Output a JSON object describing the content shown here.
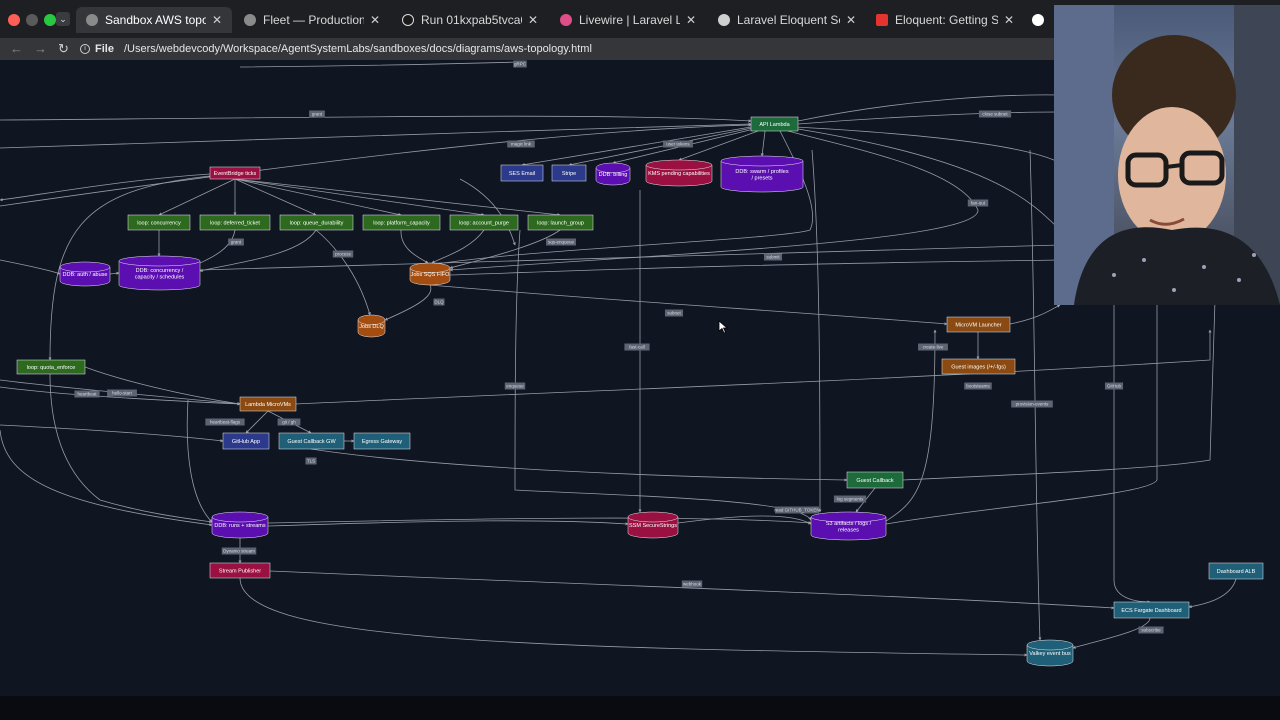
{
  "tabs": [
    {
      "title": "Sandbox AWS topology (sbx)",
      "icon": "globe-icon",
      "active": true
    },
    {
      "title": "Fleet — Production Runtime",
      "icon": "globe-icon",
      "active": false
    },
    {
      "title": "Run 01kxpab5tvca6588e6rp",
      "icon": "triangle-icon",
      "active": false
    },
    {
      "title": "Livewire | Laravel Livewire",
      "icon": "livewire-icon",
      "active": false
    },
    {
      "title": "Laravel Eloquent Secrets Stor",
      "icon": "openai-icon",
      "active": false
    },
    {
      "title": "Eloquent: Getting Started | La",
      "icon": "laravel-icon",
      "active": false
    },
    {
      "title": "U",
      "icon": "circle-icon",
      "active": false
    }
  ],
  "address": {
    "scheme": "File",
    "url": "/Users/webdevcody/Workspace/AgentSystemLabs/sandboxes/docs/diagrams/aws-topology.html"
  },
  "colors": {
    "green": "#2d6a1f",
    "pink": "#a3154a",
    "purple": "#5b0fb0",
    "orange": "#a34d10",
    "navy": "#2c3a8c",
    "teal": "#1f5f78",
    "darkgreen": "#1d6b3a",
    "brown": "#8a4a12",
    "crimson": "#9a1040"
  },
  "nodes": [
    {
      "id": "api_lambda",
      "label": "API Lambda"
    },
    {
      "id": "eventbridge",
      "label": "EventBridge ticks"
    },
    {
      "id": "ses",
      "label": "SES Email"
    },
    {
      "id": "stripe",
      "label": "Stripe"
    },
    {
      "id": "ddb_billing",
      "label": "DDB: billing"
    },
    {
      "id": "kms",
      "label": "KMS pending capabilities"
    },
    {
      "id": "ddb_swarm",
      "label": "DDB: swarm / profiles / presets"
    },
    {
      "id": "loop_concurrency",
      "label": "loop: concurrency"
    },
    {
      "id": "loop_deferred",
      "label": "loop: deferred_ticket"
    },
    {
      "id": "loop_queue",
      "label": "loop: queue_durability"
    },
    {
      "id": "loop_platform",
      "label": "loop: platform_capacity"
    },
    {
      "id": "loop_account",
      "label": "loop: account_purge"
    },
    {
      "id": "loop_launch",
      "label": "loop: launch_group"
    },
    {
      "id": "ddb_auth",
      "label": "DDB: auth / abuse"
    },
    {
      "id": "ddb_conc",
      "label": "DDB: concurrency / capacity / schedules"
    },
    {
      "id": "jobs_sqs",
      "label": "Jobs SQS FIFO"
    },
    {
      "id": "jobs_dlq",
      "label": "Jobs DLQ"
    },
    {
      "id": "microvm_launcher",
      "label": "MicroVM Launcher"
    },
    {
      "id": "guest_images",
      "label": "Guest images (/+/-fgs)"
    },
    {
      "id": "loop_quota",
      "label": "loop: quota_enforce"
    },
    {
      "id": "lambda_microvm",
      "label": "Lambda MicroVMs"
    },
    {
      "id": "github_app",
      "label": "GitHub App"
    },
    {
      "id": "guest_callback_gw",
      "label": "Guest Callback GW"
    },
    {
      "id": "egress_gateway",
      "label": "Egress Gateway"
    },
    {
      "id": "guest_callback",
      "label": "Guest Callback"
    },
    {
      "id": "ddb_runs",
      "label": "DDB: runs + streams"
    },
    {
      "id": "ssm",
      "label": "SSM SecureStrings"
    },
    {
      "id": "s3",
      "label": "S3 artifacts / logs / releases"
    },
    {
      "id": "stream_publisher",
      "label": "Stream Publisher"
    },
    {
      "id": "dashboard_alb",
      "label": "Dashboard ALB"
    },
    {
      "id": "ecs_fargate",
      "label": "ECS Fargate Dashboard"
    },
    {
      "id": "valkey",
      "label": "Valkey event bus"
    }
  ],
  "edge_labels": [
    "grant",
    "close subnet",
    "magic link",
    "user tokens",
    "grant",
    "process",
    "sqs-enqueue",
    "submit",
    "fan-out",
    "DLQ",
    "subnet",
    "enqueue",
    "fast-call",
    "create-live",
    "bootsteams",
    "provision-events",
    "GitHub",
    "heartbeat",
    "hello-start",
    "heartbeat-flags",
    "git / gh",
    "TLS",
    "log segments",
    "read GITHUB_TOKEN",
    "Dynamo stream",
    "webhook",
    "subscribe",
    "gRPC"
  ]
}
